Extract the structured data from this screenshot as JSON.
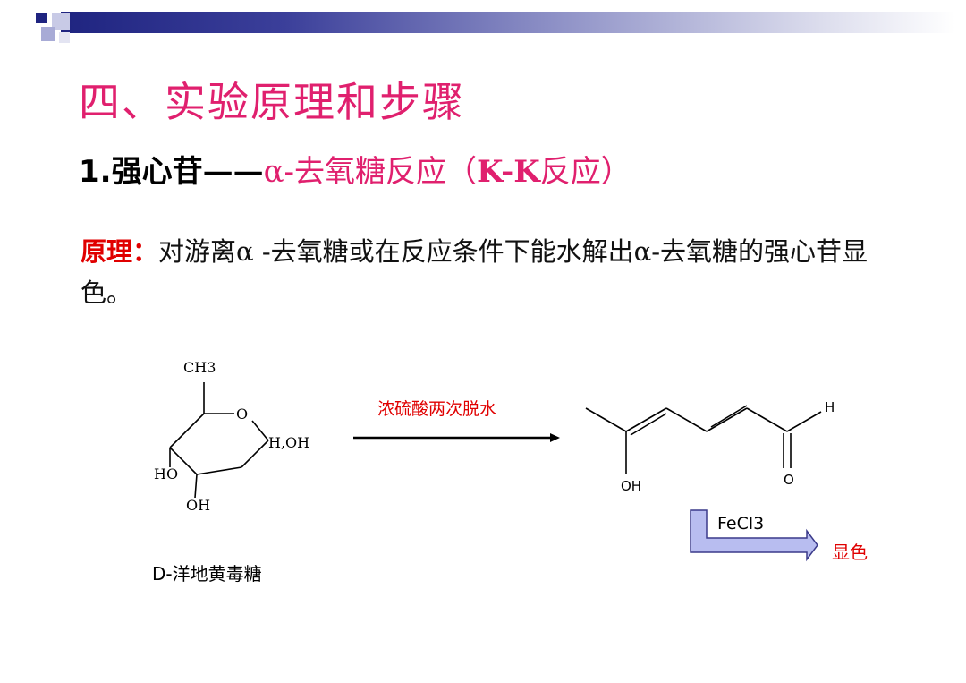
{
  "header": {
    "accent": "#1f2480"
  },
  "title": "四、实验原理和步骤",
  "subtitle": {
    "lead": "1.强心苷——",
    "pink_part": "α-去氧糖反应（",
    "kk": "K-K",
    "pink_end": "反应）"
  },
  "principle": {
    "label": "原理：",
    "text": "对游离α -去氧糖或在反应条件下能水解出α-去氧糖的强心苷显色。"
  },
  "scheme": {
    "reactant": {
      "ch3": "CH3",
      "o": "O",
      "h_oh": "H,OH",
      "ho": "HO",
      "oh": "OH",
      "name": "D-洋地黄毒糖"
    },
    "reaction_condition": "浓硫酸两次脱水",
    "product": {
      "oh": "OH",
      "h": "H",
      "o": "O"
    },
    "reagent": "FeCl3",
    "result": "显色"
  },
  "colors": {
    "title": "#e0206e",
    "label_red": "#e00000",
    "arrow_fill": "#b8bdf0",
    "arrow_stroke": "#3a3a8a"
  }
}
